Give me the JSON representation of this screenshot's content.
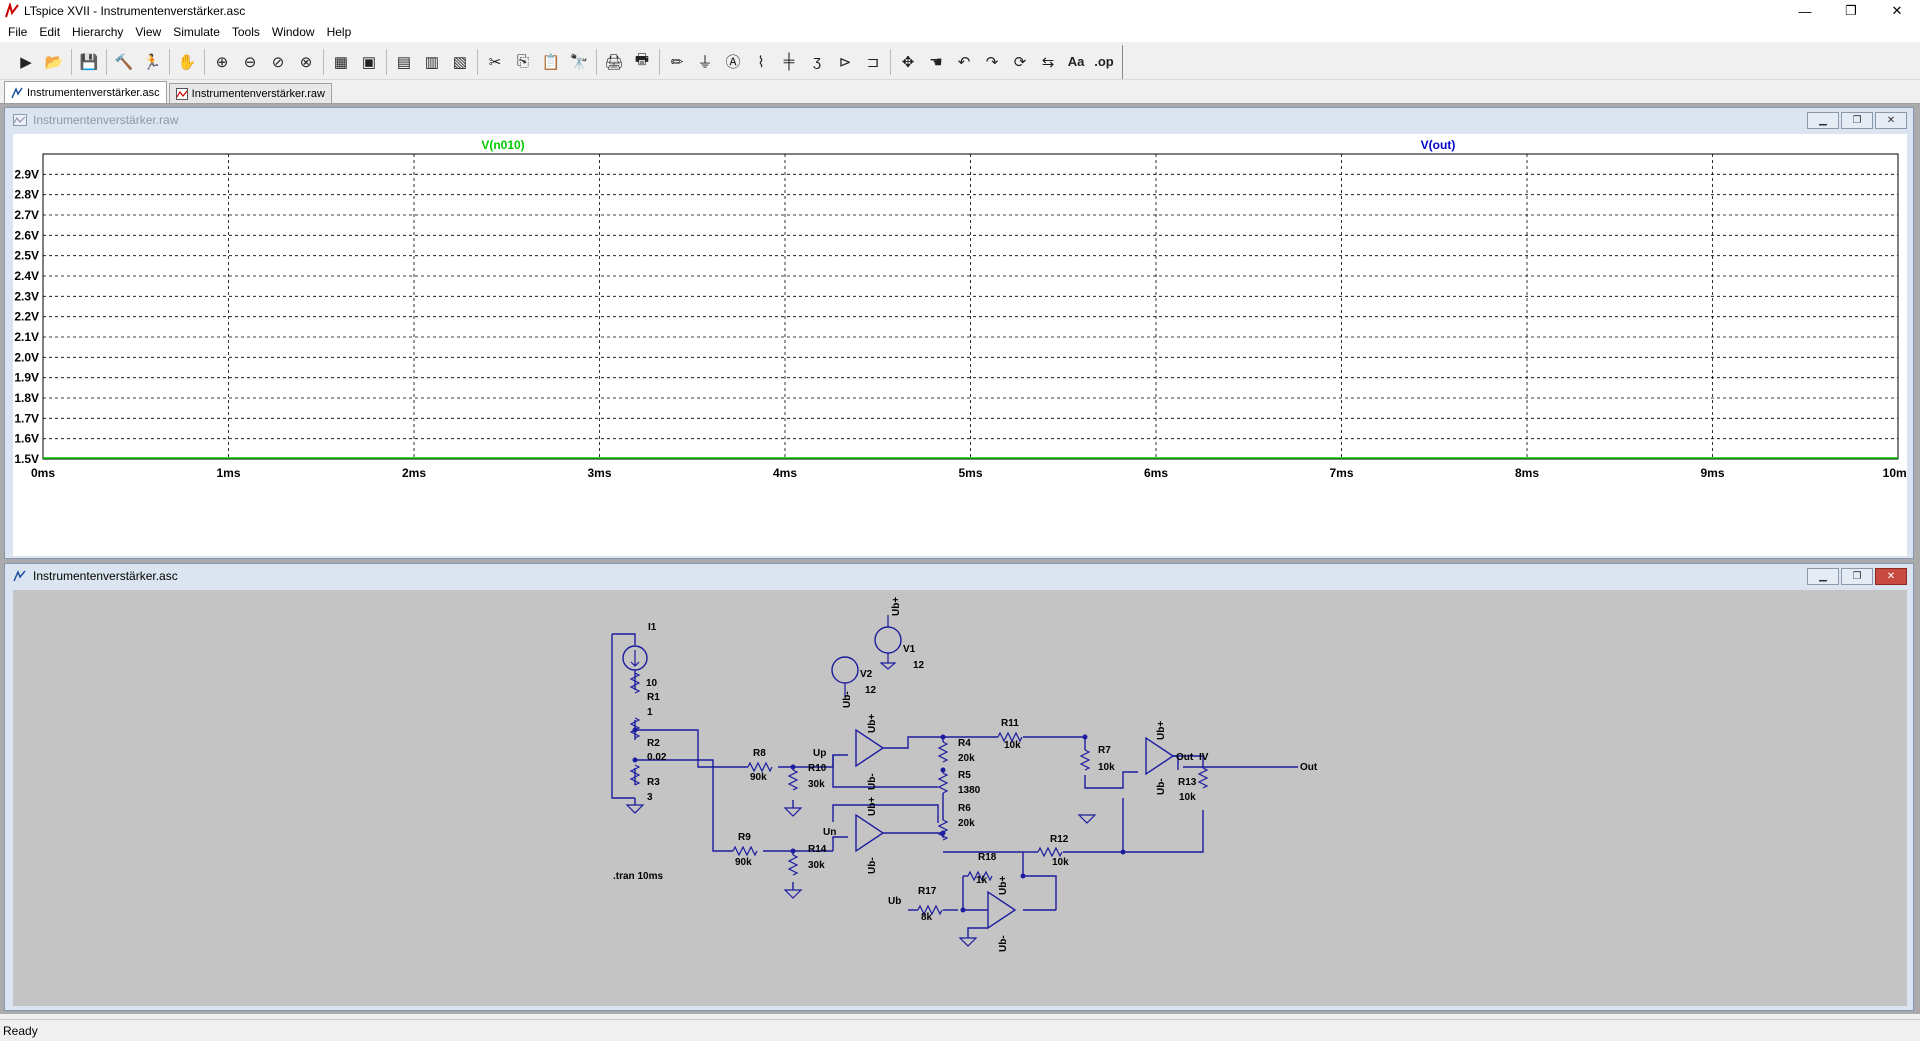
{
  "window": {
    "title": "LTspice XVII - Instrumentenverstärker.asc",
    "minimize": "—",
    "restore": "❐",
    "close": "✕"
  },
  "menu": [
    "File",
    "Edit",
    "Hierarchy",
    "View",
    "Simulate",
    "Tools",
    "Window",
    "Help"
  ],
  "toolbar": {
    "buttons": [
      "run-icon",
      "open-icon",
      "save-icon",
      "control-panel-icon",
      "halt-icon",
      "pan-icon",
      "zoom-in-icon",
      "zoom-out-icon",
      "zoom-fit-icon",
      "zoom-cancel-icon",
      "autorange-icon",
      "fit-icon",
      "tile-horizontal-icon",
      "tile-vertical-icon",
      "cascade-icon",
      "cut-icon",
      "copy-icon",
      "paste-icon",
      "find-icon",
      "print-icon",
      "print-setup-icon",
      "draw-wire-icon",
      "ground-icon",
      "label-net-icon",
      "resistor-icon",
      "capacitor-icon",
      "inductor-icon",
      "diode-icon",
      "component-icon",
      "move-icon",
      "drag-icon",
      "undo-icon",
      "redo-icon",
      "rotate-icon",
      "mirror-icon",
      "text-icon",
      "spice-directive-icon"
    ],
    "glyphs": [
      "▶",
      "📂",
      "💾",
      "🔨",
      "🏃",
      "✋",
      "⊕",
      "⊖",
      "⊘",
      "⊗",
      "▦",
      "▣",
      "▤",
      "▥",
      "▧",
      "✂",
      "⎘",
      "📋",
      "🔭",
      "🖨",
      "🖶",
      "✏",
      "⏚",
      "Ⓐ",
      "⌇",
      "╪",
      "ʒ",
      "⊳",
      "⊐",
      "✥",
      "☚",
      "↶",
      "↷",
      "⟳",
      "⇆",
      "Aa",
      ".op"
    ]
  },
  "tabs": [
    {
      "label": "Instrumentenverstärker.asc",
      "icon": "schematic-icon"
    },
    {
      "label": "Instrumentenverstärker.raw",
      "icon": "waveform-icon"
    }
  ],
  "plot_window": {
    "title": "Instrumentenverstärker.raw",
    "traces": [
      {
        "name": "V(n010)",
        "color": "#00cc00"
      },
      {
        "name": "V(out)",
        "color": "#0000cc"
      }
    ],
    "y_ticks": [
      "2.9V",
      "2.8V",
      "2.7V",
      "2.6V",
      "2.5V",
      "2.4V",
      "2.3V",
      "2.2V",
      "2.1V",
      "2.0V",
      "1.9V",
      "1.8V",
      "1.7V",
      "1.6V",
      "1.5V"
    ],
    "x_ticks": [
      "0ms",
      "1ms",
      "2ms",
      "3ms",
      "4ms",
      "5ms",
      "6ms",
      "7ms",
      "8ms",
      "9ms",
      "10ms"
    ]
  },
  "chart_data": {
    "type": "line",
    "xlabel": "",
    "ylabel": "",
    "xlim": [
      0,
      10
    ],
    "ylim": [
      1.5,
      3.0
    ],
    "grid": true,
    "legend": "top",
    "series": [
      {
        "name": "V(n010)",
        "color": "#00cc00",
        "x": [
          0,
          10
        ],
        "y": [
          1.5,
          1.5
        ]
      },
      {
        "name": "V(out)",
        "color": "#0000cc",
        "x": [],
        "y": []
      }
    ]
  },
  "schematic_window": {
    "title": "Instrumentenverstärker.asc",
    "directive": ".tran 10ms",
    "components": {
      "I1": "I1",
      "I1_val": "10",
      "R1": "R1",
      "R1_val": "1",
      "R2": "R2",
      "R2_val": "0.02",
      "R3": "R3",
      "R3_val": "3",
      "V1": "V1",
      "V1_val": "12",
      "V2": "V2",
      "V2_val": "12",
      "R8": "R8",
      "R8_val": "90k",
      "R10": "R10",
      "R10_val": "30k",
      "R9": "R9",
      "R9_val": "90k",
      "R14": "R14",
      "R14_val": "30k",
      "R4": "R4",
      "R4_val": "20k",
      "R5": "R5",
      "R5_val": "1380",
      "R6": "R6",
      "R6_val": "20k",
      "R11": "R11",
      "R11_val": "10k",
      "R12": "R12",
      "R12_val": "10k",
      "R7": "R7",
      "R7_val": "10k",
      "R13": "R13",
      "R13_val": "10k",
      "R18": "R18",
      "R18_val": "1k",
      "R17": "R17",
      "R17_val": "8k"
    },
    "nets": {
      "up": "Up",
      "un": "Un",
      "ub_pos": "Ub+",
      "ub_neg": "Ub-",
      "ub": "Ub",
      "out": "Out",
      "out_label": "Out",
      "iv": "IV"
    }
  },
  "status": "Ready"
}
